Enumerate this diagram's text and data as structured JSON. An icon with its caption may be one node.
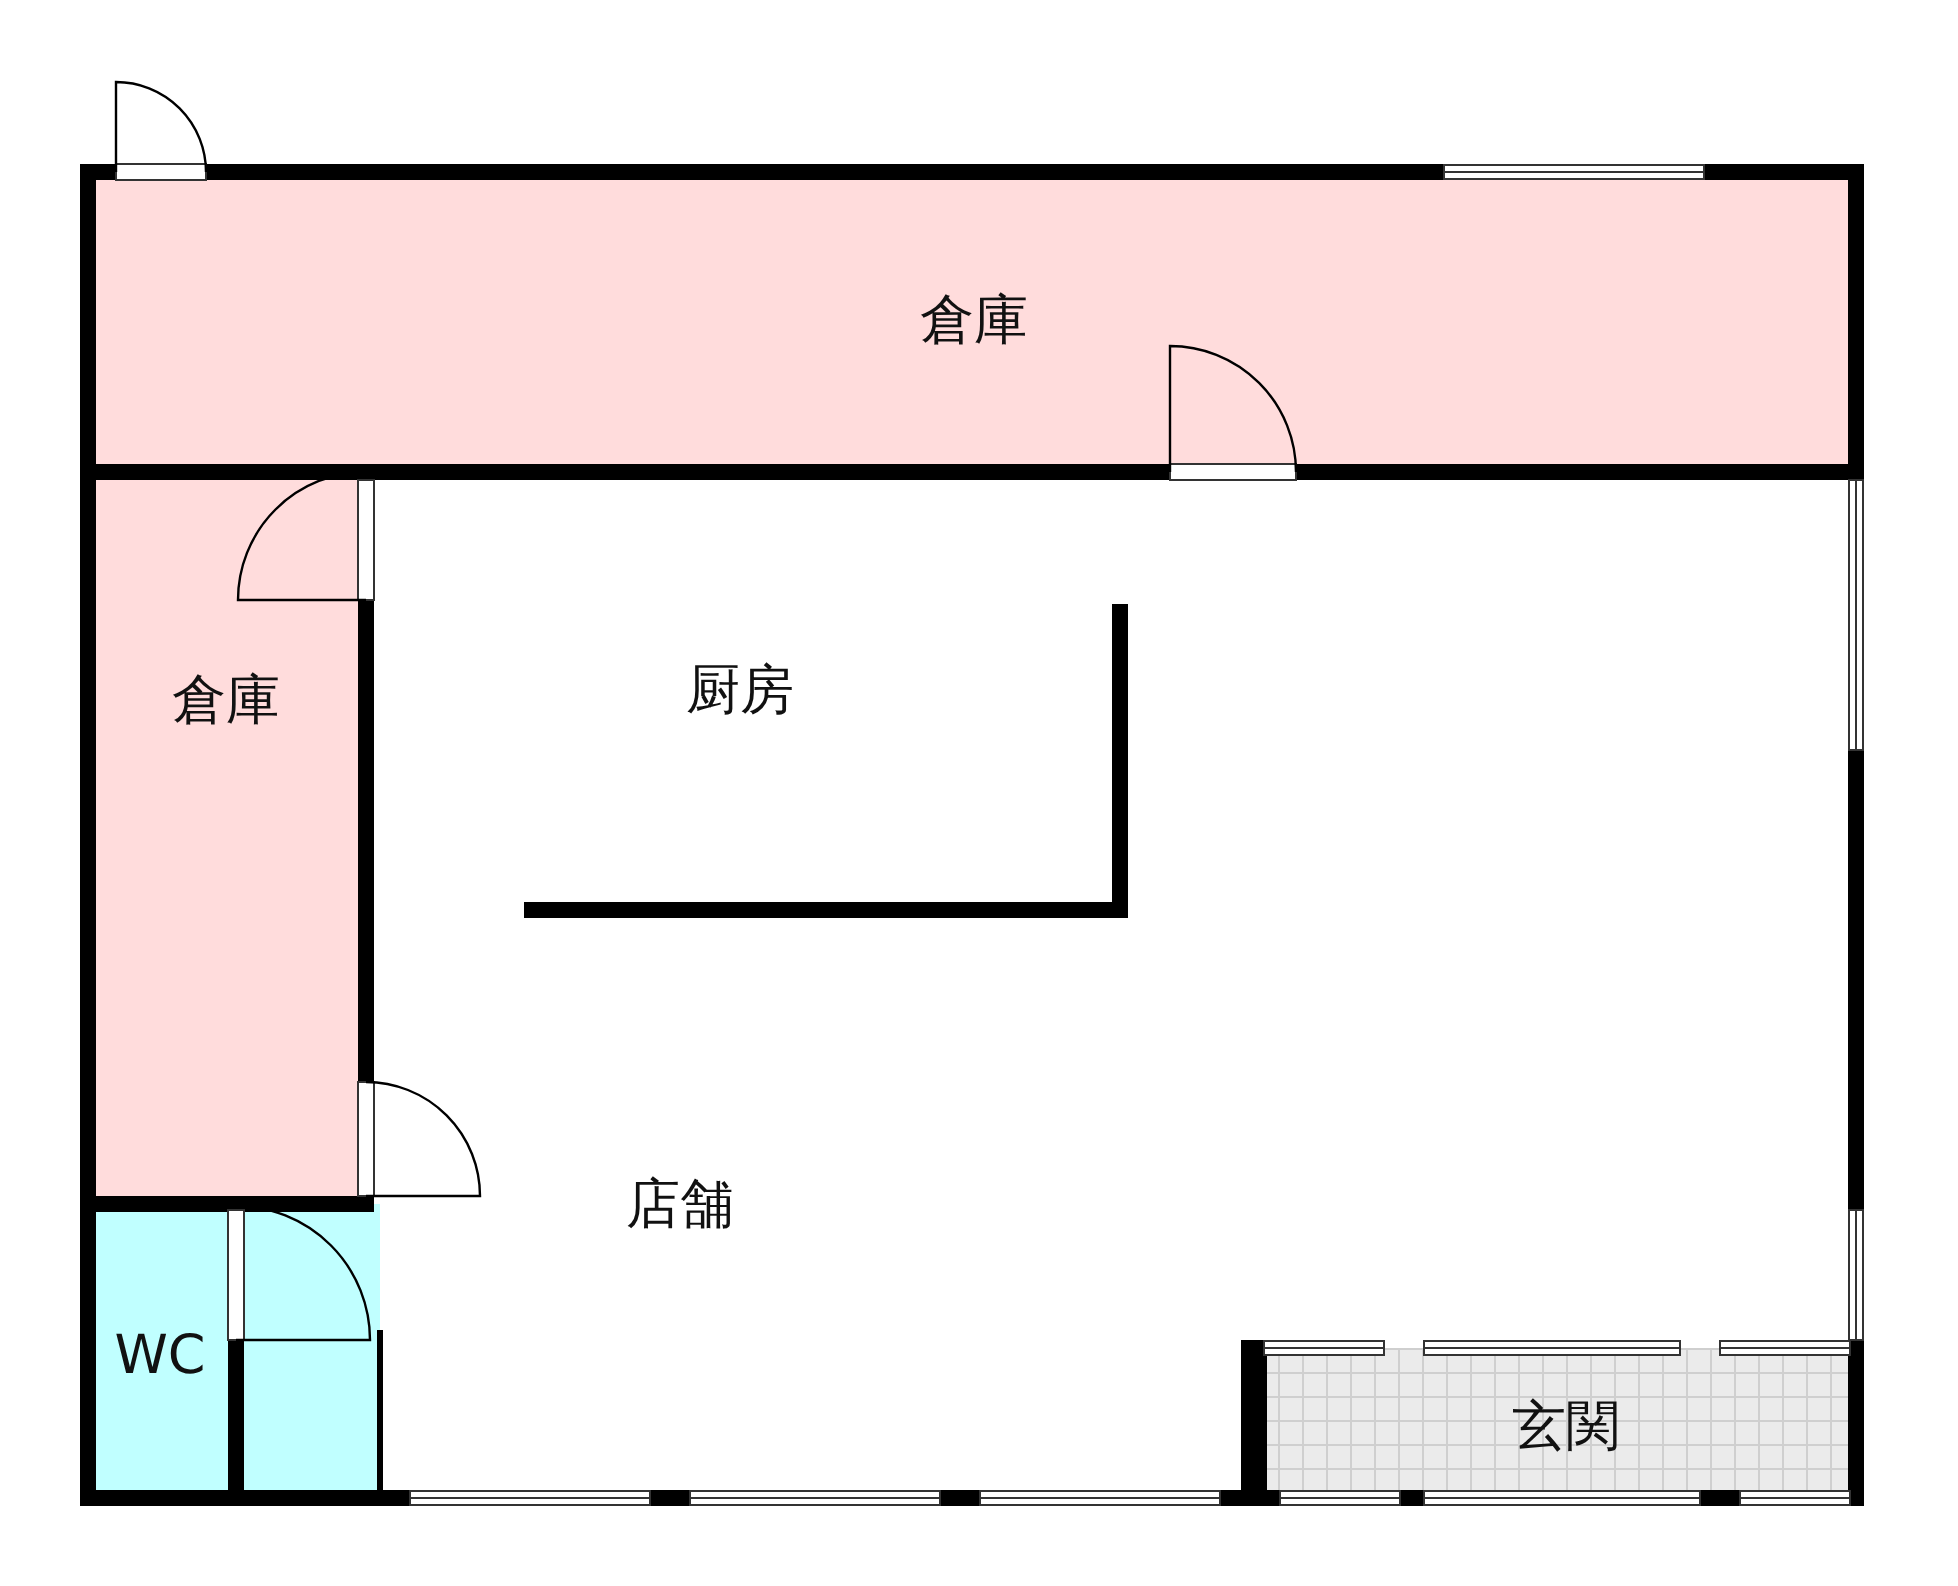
{
  "diagram": {
    "nodes": [
      {
        "text": [
          "倉庫"
        ]
      },
      {
        "text": [
          "倉庫"
        ]
      },
      {
        "text": [
          "厨房",
          "店舗"
        ]
      },
      {
        "text": [
          "WC"
        ]
      },
      {
        "text": [],
        "shape": "box"
      },
      {
        "text": [
          "玄関"
        ]
      }
    ]
  }
}
